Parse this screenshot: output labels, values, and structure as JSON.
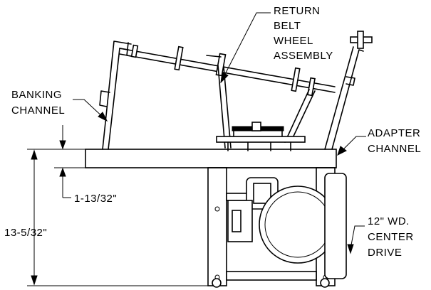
{
  "labels": {
    "return_belt": [
      "RETURN",
      "BELT",
      "WHEEL",
      "ASSEMBLY"
    ],
    "banking_channel": [
      "BANKING",
      "CHANNEL"
    ],
    "adapter_channel": [
      "ADAPTER",
      "CHANNEL"
    ],
    "center_drive": [
      "12\" WD.",
      "CENTER",
      "DRIVE"
    ],
    "dim_offset": "1-13/32\"",
    "dim_height": "13-5/32\""
  }
}
